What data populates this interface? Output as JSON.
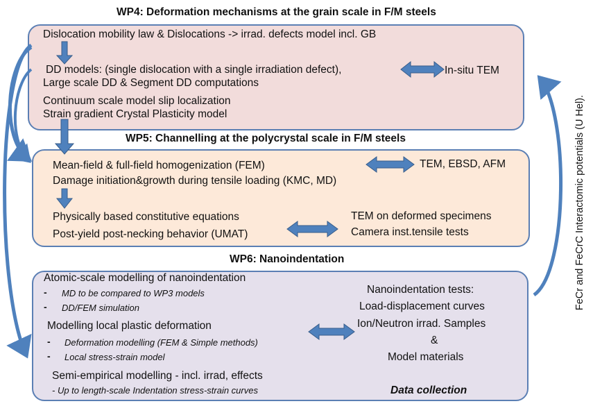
{
  "wp4": {
    "title": "WP4: Deformation mechanisms at the grain scale in F/M steels",
    "line1": "Dislocation mobility law   & Dislocations -> irrad. defects model incl. GB",
    "line2": "DD models: (single dislocation with a single irradiation defect),",
    "line2_right": "In-situ TEM",
    "line3": "Large scale DD    & Segment DD computations",
    "line4": "Continuum scale model slip localization",
    "line5": "Strain gradient Crystal Plasticity model"
  },
  "wp5": {
    "title": "WP5: Channelling at the polycrystal scale in F/M steels",
    "line1": "Mean-field & full-field homogenization (FEM)",
    "line1_right": "TEM, EBSD, AFM",
    "line2": "Damage initiation&growth during tensile loading (KMC, MD)",
    "line3": "Physically based constitutive equations",
    "line3_right": "TEM on deformed specimens",
    "line4": "Post-yield post-necking behavior (UMAT)",
    "line4_right": "Camera inst.tensile tests"
  },
  "wp6": {
    "title": "WP6: Nanoindentation",
    "line1": "Atomic-scale modelling of nanoindentation",
    "bullet1": "MD to be compared to WP3 models",
    "bullet2": "DD/FEM simulation",
    "line2": "Modelling local plastic deformation",
    "bullet3": "Deformation modelling (FEM & Simple methods)",
    "bullet4": "Local stress-strain model",
    "line3": "Semi-empirical modelling  - incl. irrad, effects",
    "sub3": "- Up to length-scale Indentation stress-strain curves",
    "right1": "Nanoindentation tests:",
    "right2": "Load-displacement curves",
    "right3": "Ion/Neutron irrad. Samples",
    "right4": "&",
    "right5": "Model materials",
    "right6": "Data collection"
  },
  "side_label": "FeCr and FeCrC Interactomic potentials (U Hel).",
  "colors": {
    "wp4_fill": "#f2dcdb",
    "wp5_fill": "#fde9d9",
    "wp6_fill": "#e5e0ec",
    "border": "#5b7fb4",
    "arrow": "#4f81bd",
    "arrow_edge": "#385d8a"
  }
}
